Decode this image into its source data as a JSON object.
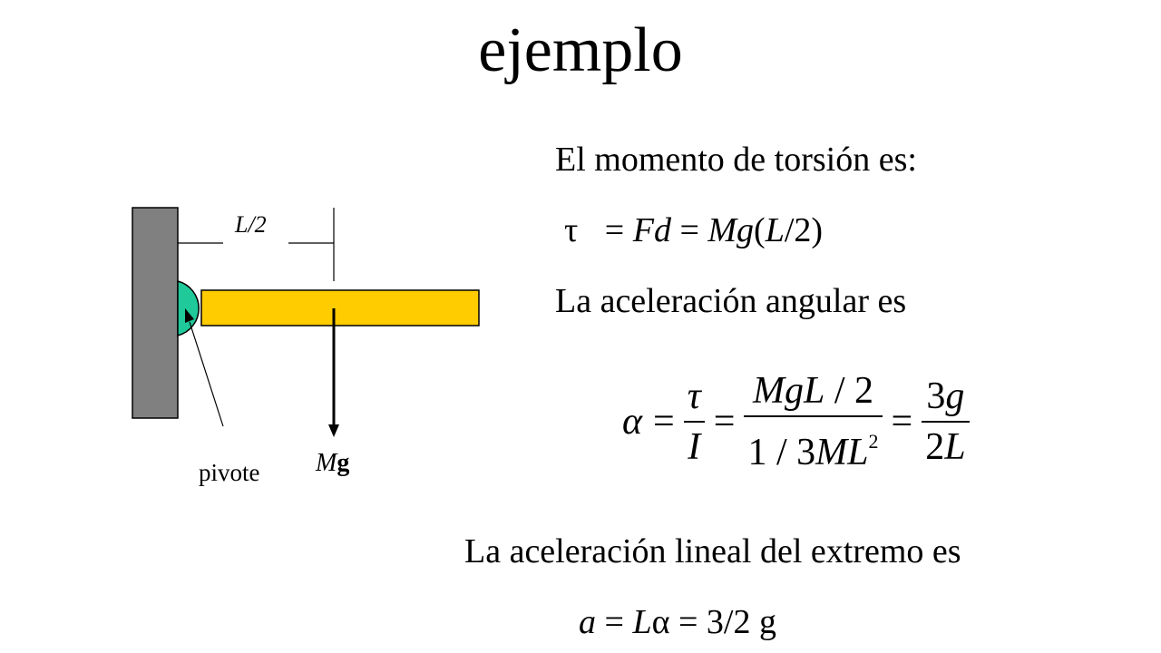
{
  "slide": {
    "title": "ejemplo"
  },
  "diagram": {
    "dim_label": "L/2",
    "pivot_label": "pivote",
    "force_label_M": "M",
    "force_label_g": "g",
    "colors": {
      "wall": "#808080",
      "bar": "#FFCC00",
      "pivot": "#1FC99A"
    }
  },
  "content": {
    "torque_heading": "El momento de torsión es:",
    "torque_formula": {
      "tau": "τ",
      "eq1": " = ",
      "F": "F",
      "d": "d",
      "eq2": " = ",
      "M": "M",
      "g": "g",
      "paren_open": "(",
      "L": "L",
      "slash2": "/2)"
    },
    "angular_heading": "La aceleración angular es",
    "angular_formula": {
      "alpha": "α",
      "eq": "=",
      "f1_num": "τ",
      "f1_den": "I",
      "f2_num_M": "M",
      "f2_num_g": "g",
      "f2_num_L": "L",
      "f2_num_rest": " / 2",
      "f2_den_pre": "1 / 3",
      "f2_den_ML": "ML",
      "f2_den_exp": "2",
      "f3_num_3": "3",
      "f3_num_g": "g",
      "f3_den_2": "2",
      "f3_den_L": "L"
    },
    "linear_heading": "La aceleración lineal del extremo es",
    "linear_formula": {
      "a": "a",
      "eq1": " = ",
      "L": "L",
      "alpha": "α",
      "rest": " = 3/2 g"
    }
  }
}
